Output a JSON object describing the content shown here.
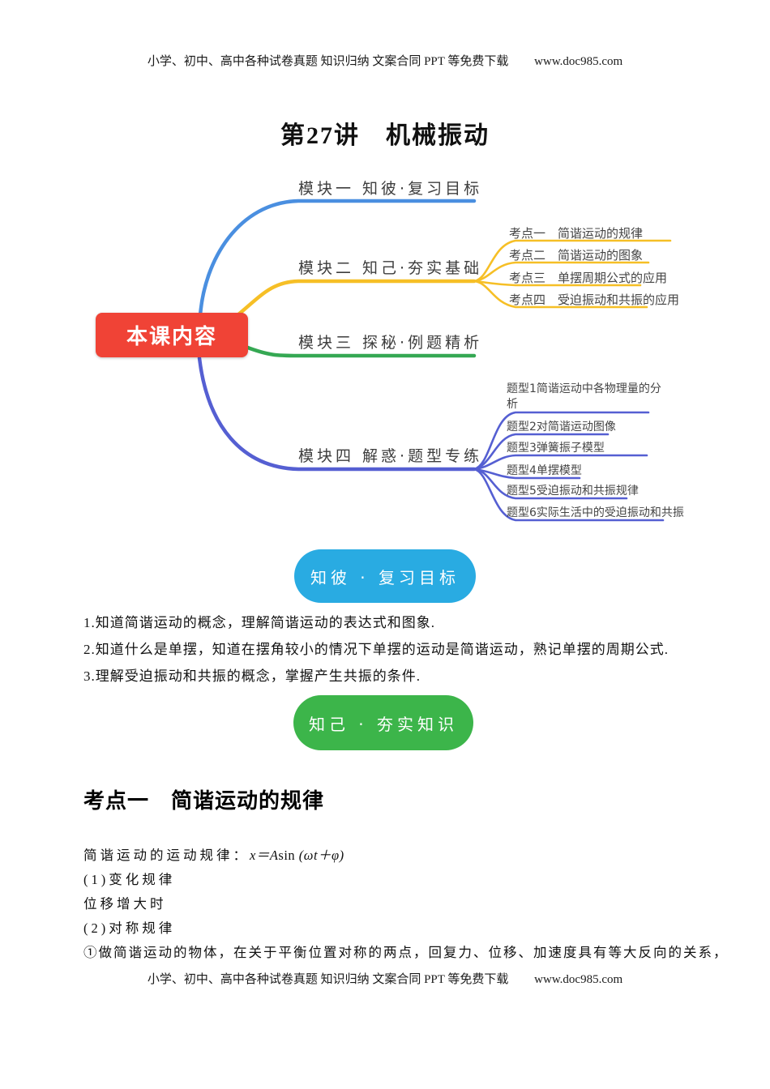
{
  "site_notice": "小学、初中、高中各种试卷真题 知识归纳 文案合同 PPT 等免费下载",
  "site_url": "www.doc985.com",
  "doc": {
    "title": "第27讲　机械振动"
  },
  "mindmap": {
    "root_label": "本课内容",
    "branches": [
      {
        "label": "模块一 知彼·复习目标",
        "children": []
      },
      {
        "label": "模块二 知己·夯实基础",
        "children": [
          "考点一　简谐运动的规律",
          "考点二　简谐运动的图象",
          "考点三　单摆周期公式的应用",
          "考点四　受迫振动和共振的应用"
        ]
      },
      {
        "label": "模块三 探秘·例题精析",
        "children": []
      },
      {
        "label": "模块四 解惑·题型专练",
        "children": [
          "题型1简谐运动中各物理量的分析",
          "题型2对简谐运动图像",
          "题型3弹簧振子模型",
          "题型4单摆模型",
          "题型5受迫振动和共振规律",
          "题型6实际生活中的受迫振动和共振"
        ]
      }
    ]
  },
  "badges": {
    "review": "知彼 · 复习目标",
    "solid": "知己 · 夯实知识"
  },
  "goals": [
    "1.知道简谐运动的概念，理解简谐运动的表达式和图象.",
    "2.知道什么是单摆，知道在摆角较小的情况下单摆的运动是简谐运动，熟记单摆的周期公式.",
    "3.理解受迫振动和共振的概念，掌握产生共振的条件."
  ],
  "section1": {
    "heading": "考点一　简谐运动的规律",
    "rule_intro": "简谐运动的运动规律：",
    "formula_var": "x＝A",
    "formula_fn": "sin ",
    "formula_arg": "(ωt＋φ)",
    "list": [
      "(1)变化规律",
      "位移增大时",
      "(2)对称规律",
      "①做简谐运动的物体，在关于平衡位置对称的两点，回复力、位移、加速度具有等大反向的关系，"
    ]
  },
  "colors": {
    "red": "#f04336",
    "blue": "#4a8fe0",
    "yellow": "#f6bf26",
    "green": "#35a853",
    "purple": "#555fd2",
    "badge-blue": "#29abe2",
    "badge-green": "#3cb54a"
  }
}
